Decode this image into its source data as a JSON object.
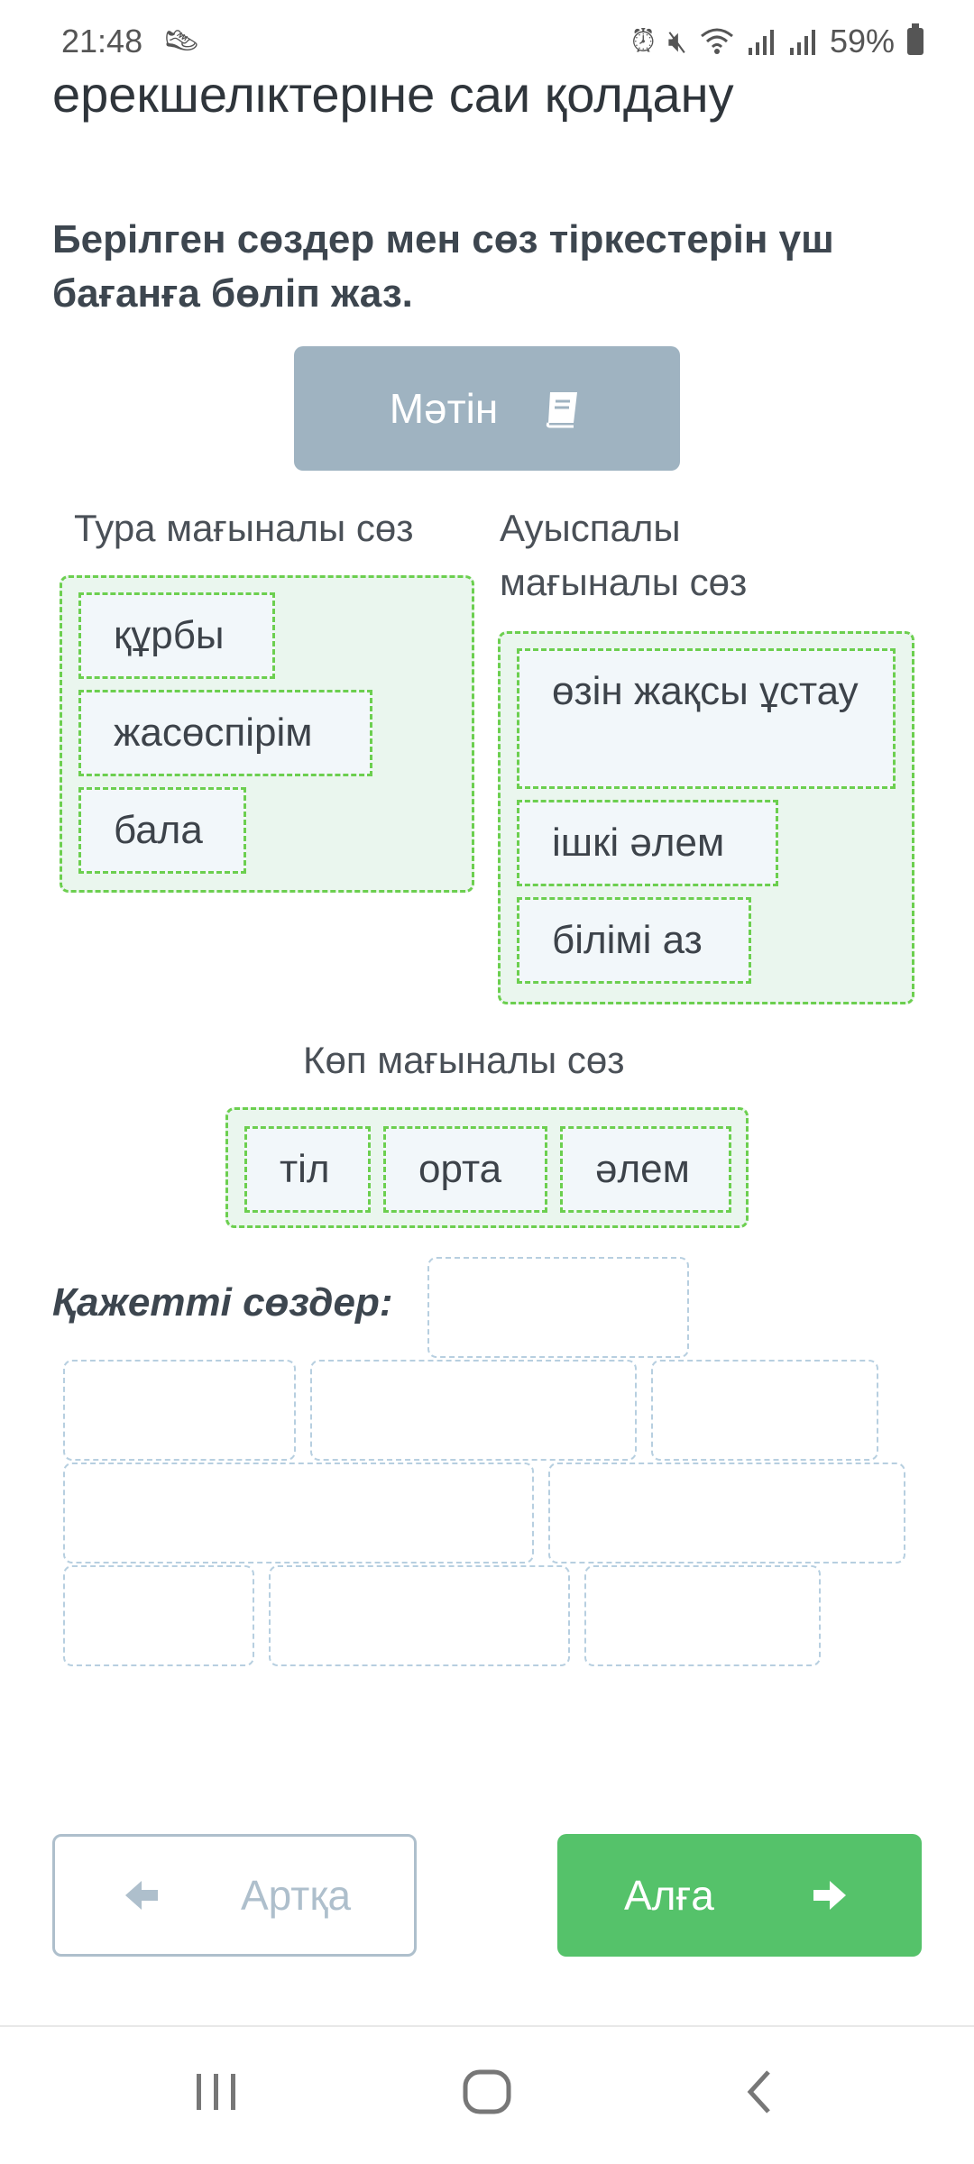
{
  "status_bar": {
    "time": "21:48",
    "battery": "59%",
    "icons": [
      "footprint-icon",
      "alarm-icon",
      "mute-icon",
      "wifi-icon",
      "signal-icon",
      "signal-icon",
      "battery-icon"
    ]
  },
  "lesson_title": "ерекшеліктеріне сай қолдану",
  "instruction": "Берілген сөздер мен сөз тіркестерін үш бағанға бөліп жаз.",
  "text_button": {
    "label": "Мәтін",
    "icon": "book-icon"
  },
  "columns": {
    "literal": {
      "label": "Тура мағыналы сөз",
      "items": [
        "құрбы",
        "жасөспірім",
        "бала"
      ]
    },
    "figurative": {
      "label": "Ауыспалы мағыналы сөз",
      "items": [
        "өзін жақсы ұстау",
        "ішкі әлем",
        "білімі аз"
      ]
    },
    "polysemous": {
      "label": "Көп мағыналы сөз",
      "items": [
        "тіл",
        "орта",
        "әлем"
      ]
    }
  },
  "needed_words_label": "Қажетті сөздер:",
  "buttons": {
    "back": "Артқа",
    "forward": "Алға"
  },
  "colors": {
    "accent_green": "#55c26a",
    "drop_border": "#6ccf4f",
    "text_button_bg": "#9fb3c1"
  }
}
